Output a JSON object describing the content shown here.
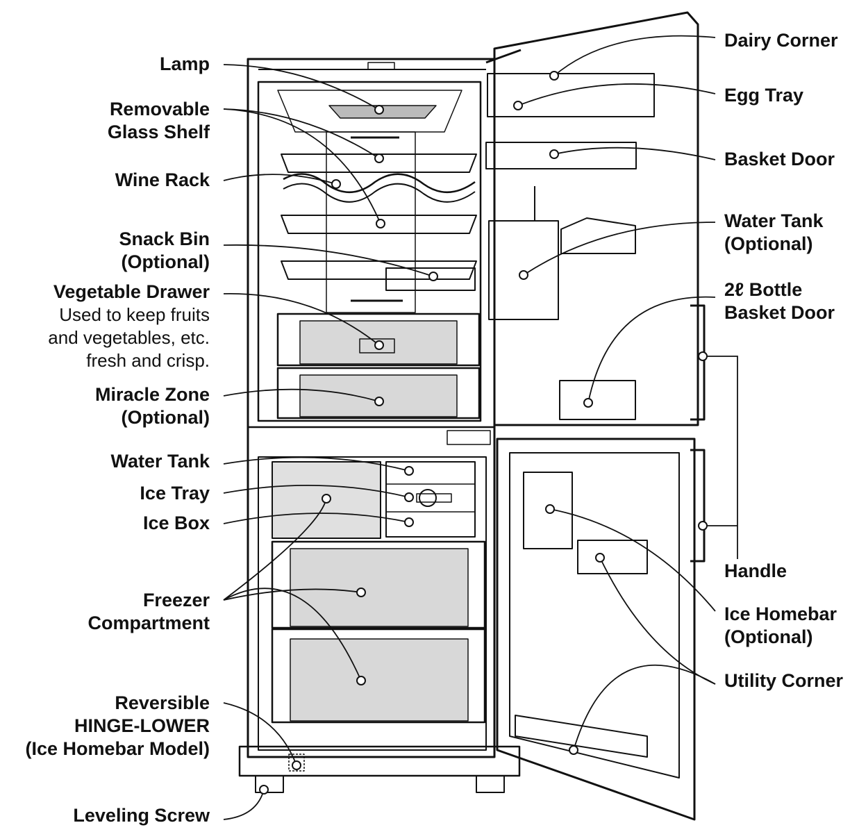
{
  "labels_left": {
    "lamp": "Lamp",
    "removable_glass_shelf": [
      "Removable",
      "Glass Shelf"
    ],
    "wine_rack": "Wine Rack",
    "snack_bin": [
      "Snack Bin",
      "(Optional)"
    ],
    "vegetable_drawer": "Vegetable Drawer",
    "vegetable_drawer_desc": [
      "Used to keep fruits",
      "and vegetables, etc.",
      "fresh and crisp."
    ],
    "miracle_zone": [
      "Miracle Zone",
      "(Optional)"
    ],
    "water_tank": "Water Tank",
    "ice_tray": "Ice Tray",
    "ice_box": "Ice Box",
    "freezer_compartment": [
      "Freezer",
      "Compartment"
    ],
    "reversible_hinge": [
      "Reversible",
      "HINGE-LOWER",
      "(Ice Homebar Model)"
    ],
    "leveling_screw": "Leveling Screw"
  },
  "labels_right": {
    "dairy_corner": "Dairy Corner",
    "egg_tray": "Egg Tray",
    "basket_door": "Basket Door",
    "water_tank_optional": [
      "Water Tank",
      "(Optional)"
    ],
    "bottle_basket_door": [
      "2ℓ Bottle",
      "Basket Door"
    ],
    "handle": "Handle",
    "ice_homebar": [
      "Ice Homebar",
      "(Optional)"
    ],
    "utility_corner": "Utility Corner"
  }
}
